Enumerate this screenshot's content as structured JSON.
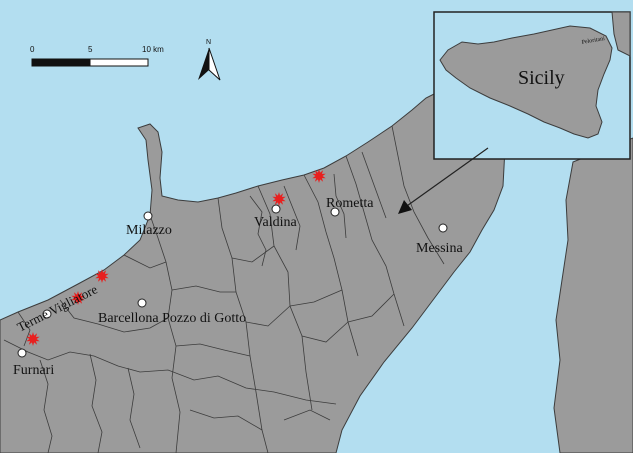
{
  "colors": {
    "sea": "#b3def0",
    "land": "#9b9b9b",
    "border": "#3c3c3c",
    "marker": "#e8201f",
    "town": "#ffffff"
  },
  "scale_bar": {
    "ticks": [
      "0",
      "5",
      "10 km"
    ]
  },
  "north_arrow": {
    "label": "N",
    "icon": "north-arrow-icon"
  },
  "places": [
    {
      "id": "milazzo",
      "label": "Milazzo"
    },
    {
      "id": "valdina",
      "label": "Valdina"
    },
    {
      "id": "rometta",
      "label": "Rometta"
    },
    {
      "id": "messina",
      "label": "Messina"
    },
    {
      "id": "barcellona",
      "label": "Barcellona Pozzo di Gotto"
    },
    {
      "id": "terme",
      "label": "Terme Vigliatore"
    },
    {
      "id": "furnari",
      "label": "Furnari"
    }
  ],
  "inset": {
    "label": "Sicily",
    "sublabel": "Peloritani"
  },
  "marker_icon": "red-star-icon",
  "town_icon": "town-dot-icon"
}
